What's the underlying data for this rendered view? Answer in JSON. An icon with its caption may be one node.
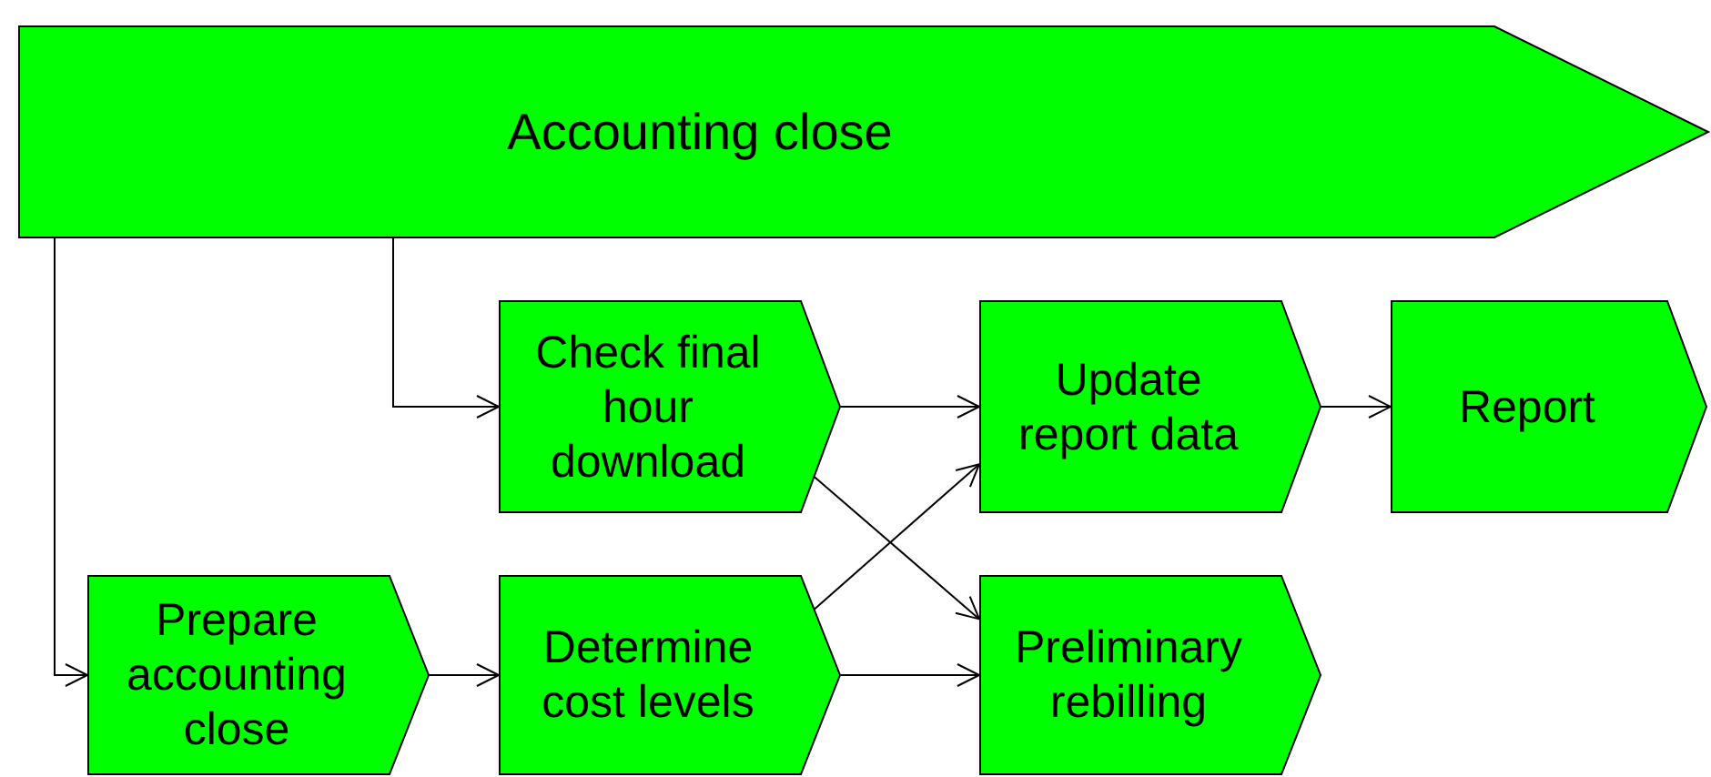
{
  "diagram": {
    "nodes": [
      {
        "text": [
          "Accounting close"
        ]
      },
      {
        "text": [
          "Check final hour download"
        ]
      },
      {
        "text": [
          "Update report data"
        ]
      },
      {
        "text": [
          "Report"
        ]
      },
      {
        "text": [
          "Prepare accounting close"
        ]
      },
      {
        "text": [
          "Determine cost levels"
        ]
      },
      {
        "text": [
          "Preliminary rebilling"
        ]
      }
    ],
    "edges": [
      {
        "from": 0,
        "to": 1,
        "arrow": "to"
      },
      {
        "from": 0,
        "to": 4,
        "arrow": "to"
      },
      {
        "from": 1,
        "to": 2,
        "arrow": "to"
      },
      {
        "from": 2,
        "to": 3,
        "arrow": "to"
      },
      {
        "from": 4,
        "to": 5,
        "arrow": "to"
      },
      {
        "from": 5,
        "to": 6,
        "arrow": "to"
      },
      {
        "from": 1,
        "to": 6,
        "arrow": "to"
      },
      {
        "from": 5,
        "to": 2,
        "arrow": "to"
      }
    ]
  }
}
